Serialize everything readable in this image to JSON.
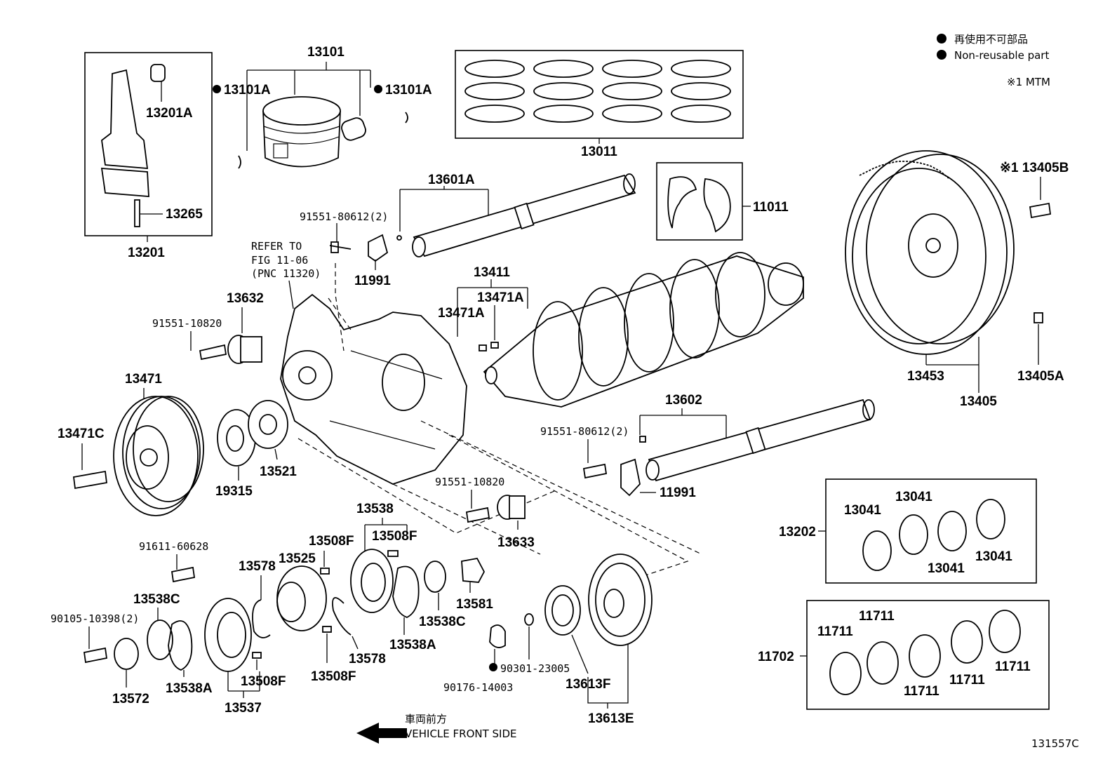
{
  "legend": {
    "marker_label_jp": "再使用不可部品",
    "marker_label_en": "Non-reusable part",
    "note": "※1 MTM"
  },
  "footer": {
    "direction_jp": "車両前方",
    "direction_en": "VEHICLE FRONT SIDE",
    "figure_code": "131557C"
  },
  "refer_note": {
    "line1": "REFER TO",
    "line2": "FIG 11-06",
    "line3": "(PNC 11320)"
  },
  "labels": {
    "p13101": "13101",
    "p13101A_l": "13101A",
    "p13101A_r": "13101A",
    "p13201A": "13201A",
    "p13265": "13265",
    "p13201": "13201",
    "p13011": "13011",
    "p13601A": "13601A",
    "p91551_80612_a": "91551-80612(2)",
    "p11991_a": "11991",
    "p11011": "11011",
    "p13405B": "※1 13405B",
    "p13411": "13411",
    "p13471A_a": "13471A",
    "p13471A_b": "13471A",
    "p13632": "13632",
    "p91551_10820_a": "91551-10820",
    "p13471": "13471",
    "p13471C": "13471C",
    "p19315": "19315",
    "p13521": "13521",
    "p13453": "13453",
    "p13405": "13405",
    "p13405A": "13405A",
    "p13602": "13602",
    "p91551_80612_b": "91551-80612(2)",
    "p11991_b": "11991",
    "p91551_10820_b": "91551-10820",
    "p13633": "13633",
    "p13538": "13538",
    "p13508F_a": "13508F",
    "p13508F_b": "13508F",
    "p13525": "13525",
    "p13578_a": "13578",
    "p91611_60628": "91611-60628",
    "p13538C_a": "13538C",
    "p90105_10398": "90105-10398(2)",
    "p13572": "13572",
    "p13538A_a": "13538A",
    "p13537": "13537",
    "p13508F_c": "13508F",
    "p13508F_d": "13508F",
    "p13578_b": "13578",
    "p13538A_b": "13538A",
    "p13538C_b": "13538C",
    "p13581": "13581",
    "p90301_23005": "90301-23005",
    "p90176_14003": "90176-14003",
    "p13613F": "13613F",
    "p13613E": "13613E",
    "p13202": "13202",
    "p13041_a": "13041",
    "p13041_b": "13041",
    "p13041_c": "13041",
    "p13041_d": "13041",
    "p11702": "11702",
    "p11711_a": "11711",
    "p11711_b": "11711",
    "p11711_c": "11711",
    "p11711_d": "11711",
    "p11711_e": "11711"
  }
}
